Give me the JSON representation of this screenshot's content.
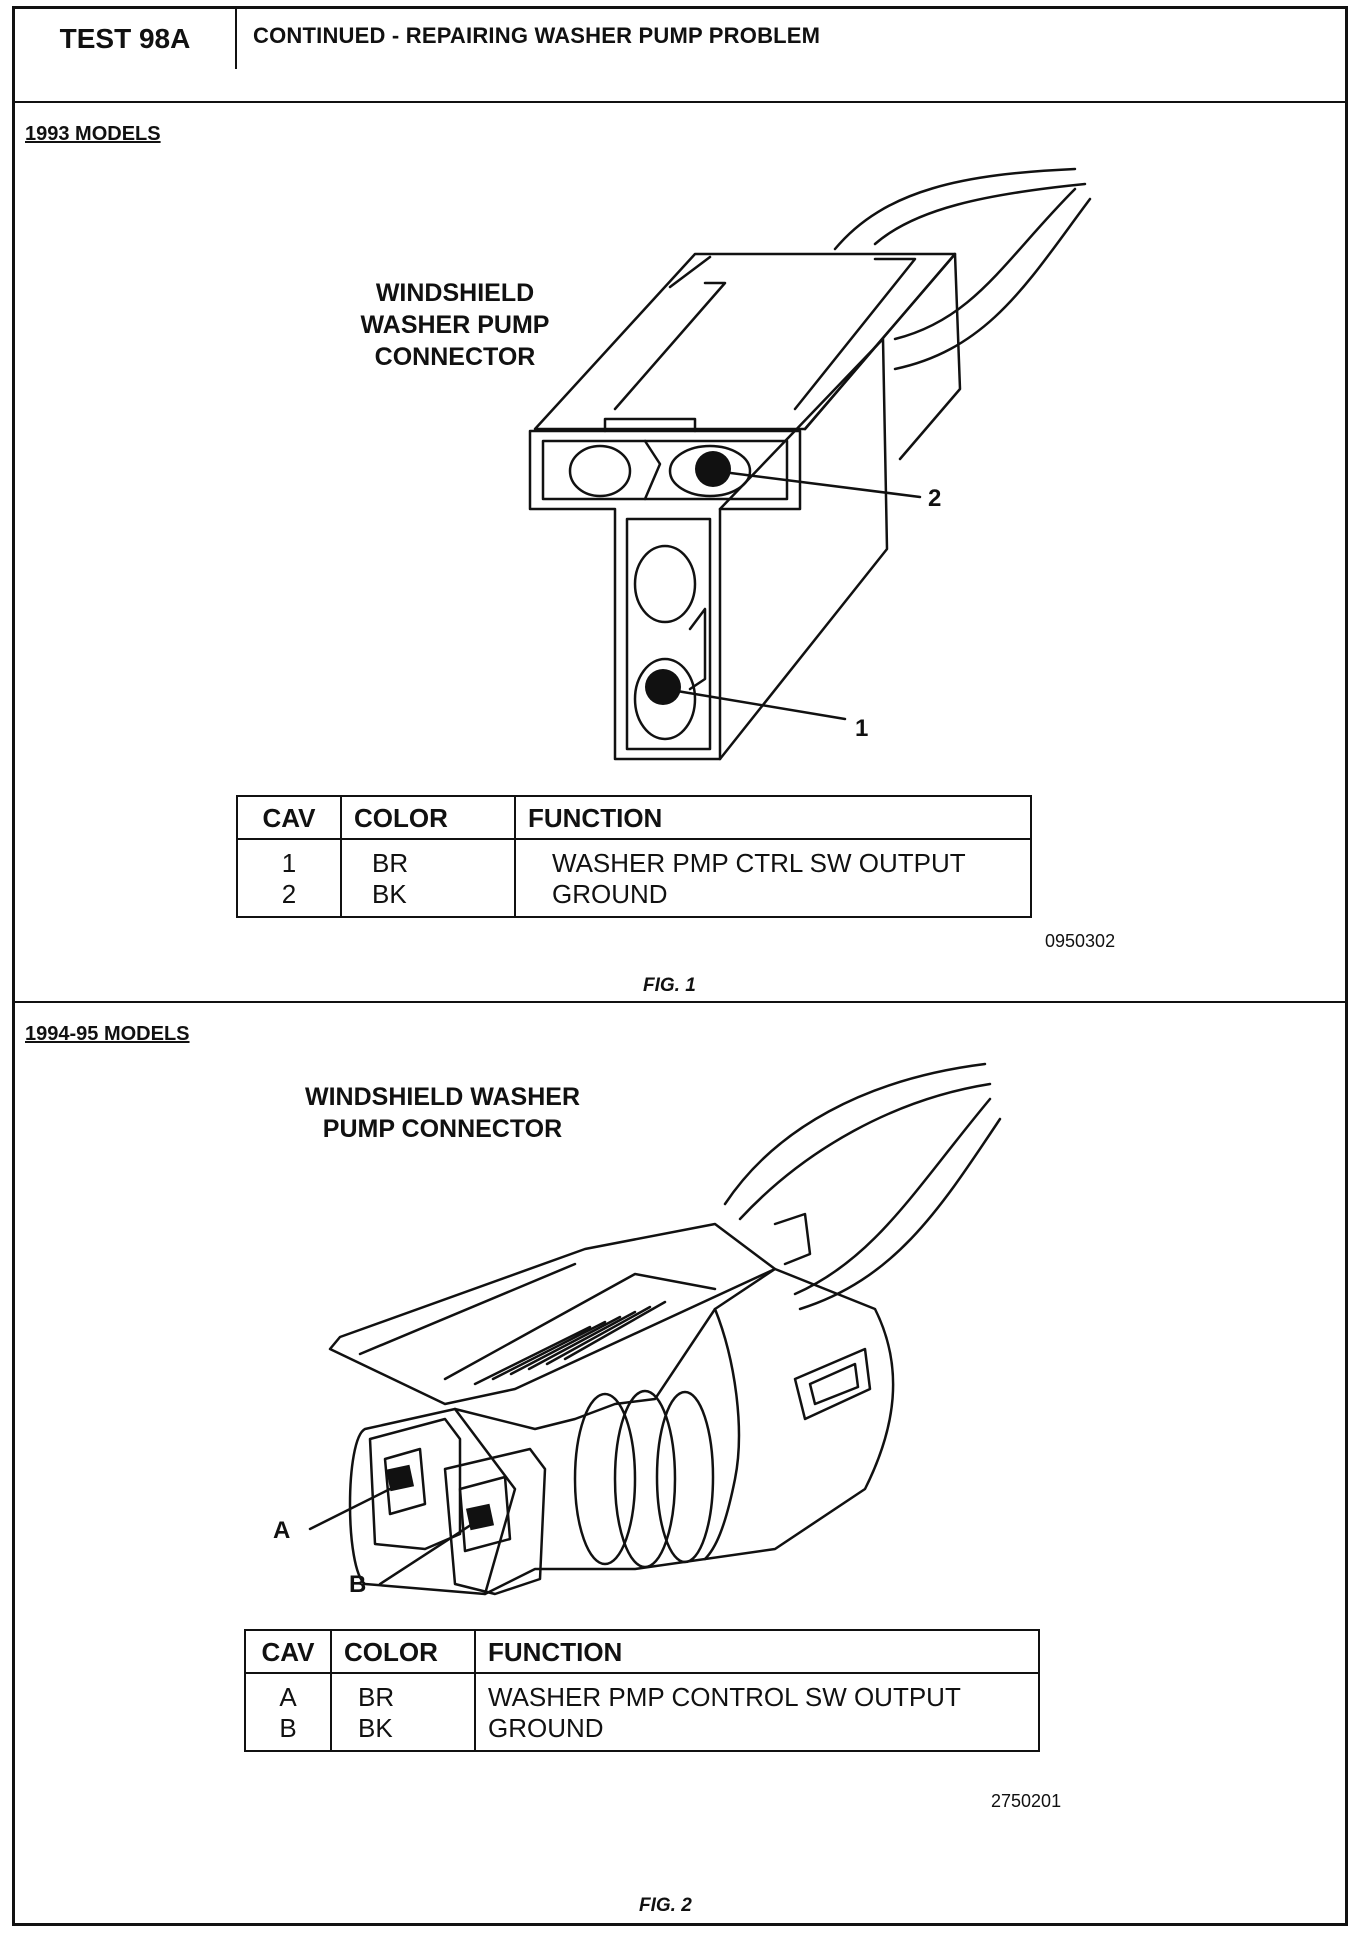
{
  "header": {
    "test_id": "TEST 98A",
    "title": "CONTINUED - REPAIRING WASHER PUMP PROBLEM"
  },
  "fig1": {
    "model_label": "1993 MODELS",
    "diagram_title_lines": [
      "WINDSHIELD",
      "WASHER PUMP",
      "CONNECTOR"
    ],
    "callouts": [
      "2",
      "1"
    ],
    "table": {
      "headers": [
        "CAV",
        "COLOR",
        "FUNCTION"
      ],
      "rows": [
        [
          "1",
          "BR",
          "WASHER PMP CTRL SW OUTPUT"
        ],
        [
          "2",
          "BK",
          "GROUND"
        ]
      ]
    },
    "figure_code": "0950302",
    "caption": "FIG. 1"
  },
  "fig2": {
    "model_label": "1994-95 MODELS",
    "diagram_title_lines": [
      "WINDSHIELD WASHER",
      "PUMP CONNECTOR"
    ],
    "callouts": [
      "A",
      "B"
    ],
    "table": {
      "headers": [
        "CAV",
        "COLOR",
        "FUNCTION"
      ],
      "rows": [
        [
          "A",
          "BR",
          "WASHER PMP CONTROL SW OUTPUT"
        ],
        [
          "B",
          "BK",
          "GROUND"
        ]
      ]
    },
    "figure_code": "2750201",
    "caption": "FIG. 2"
  }
}
